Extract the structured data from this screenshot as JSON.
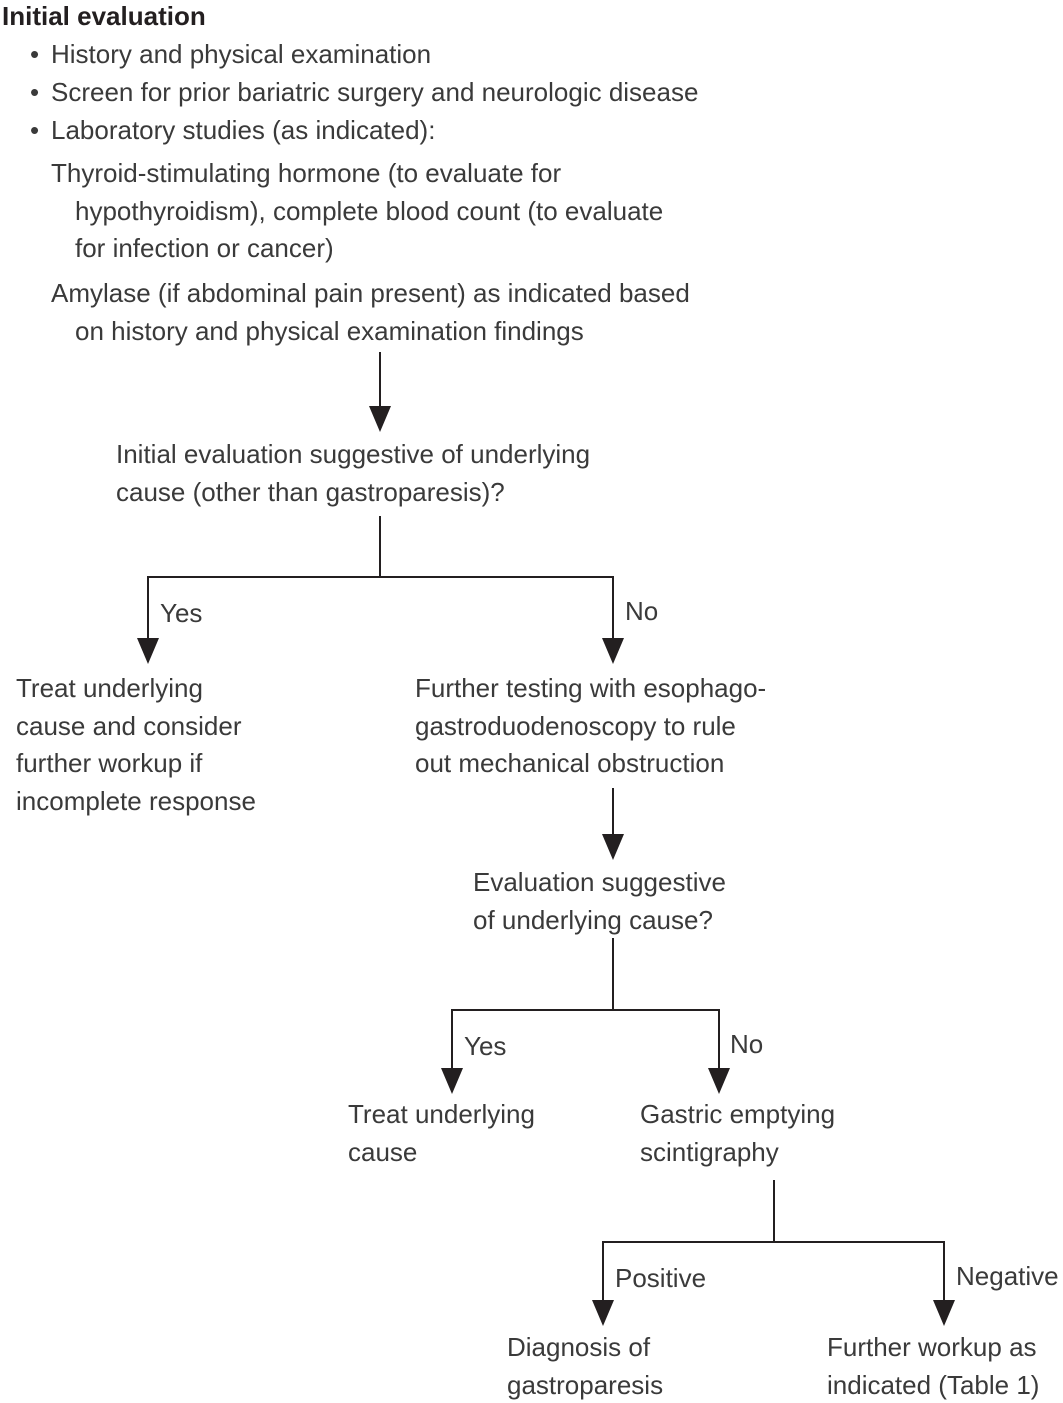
{
  "colors": {
    "background": "#ffffff",
    "text": "#3a3a3a",
    "line": "#231f20"
  },
  "header": {
    "title": "Initial evaluation",
    "bullets": [
      "History and physical examination",
      "Screen for prior bariatric surgery and neurologic disease",
      "Laboratory studies (as indicated):"
    ],
    "lab_note_tsh": {
      "lines": [
        "Thyroid-stimulating hormone (to evaluate for",
        "hypothyroidism), complete blood count (to evaluate",
        "for infection or cancer)"
      ]
    },
    "lab_note_amylase": {
      "lines": [
        "Amylase (if abdominal pain present) as indicated based",
        "on history and physical examination findings"
      ]
    }
  },
  "flowchart": {
    "question1": {
      "lines": [
        "Initial evaluation suggestive of underlying",
        "cause (other than gastroparesis)?"
      ]
    },
    "branch1": {
      "yes_label": "Yes",
      "no_label": "No"
    },
    "result1_yes": {
      "lines": [
        "Treat underlying",
        "cause and consider",
        "further workup if",
        "incomplete response"
      ]
    },
    "result1_no": {
      "lines": [
        "Further testing with esophago-",
        "gastroduodenoscopy to rule",
        "out mechanical obstruction"
      ]
    },
    "question2": {
      "lines": [
        "Evaluation suggestive",
        "of underlying cause?"
      ]
    },
    "branch2": {
      "yes_label": "Yes",
      "no_label": "No"
    },
    "result2_yes": {
      "lines": [
        "Treat underlying",
        "cause"
      ]
    },
    "result2_no": {
      "lines": [
        "Gastric emptying",
        "scintigraphy"
      ]
    },
    "branch3": {
      "positive_label": "Positive",
      "negative_label": "Negative"
    },
    "result3_positive": {
      "lines": [
        "Diagnosis of",
        "gastroparesis"
      ]
    },
    "result3_negative": {
      "lines": [
        "Further workup as",
        "indicated (Table 1)"
      ]
    }
  }
}
